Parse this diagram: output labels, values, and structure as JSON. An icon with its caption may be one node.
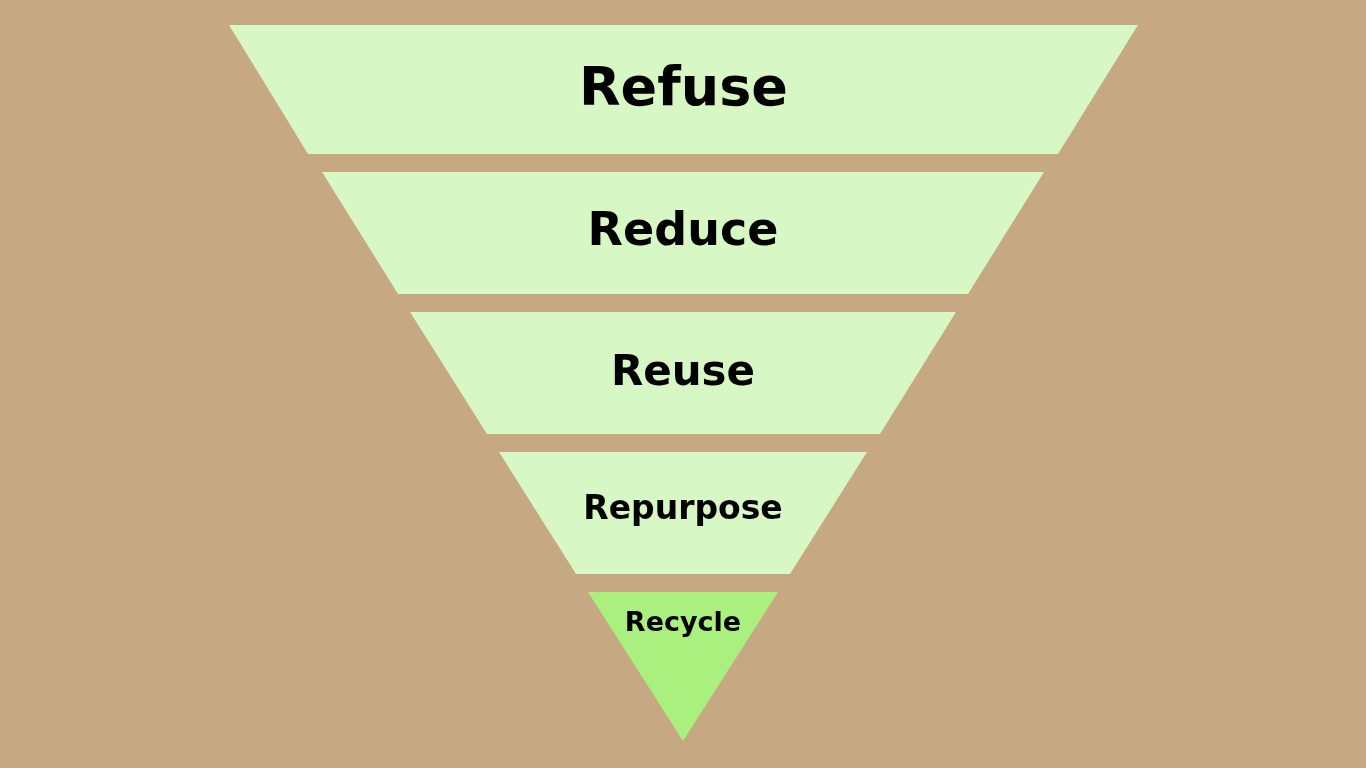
{
  "diagram": {
    "nodes": [
      {
        "text": [
          "Refuse"
        ]
      },
      {
        "text": [
          "Reduce"
        ]
      },
      {
        "text": [
          "Reuse"
        ]
      },
      {
        "text": [
          "Repurpose"
        ]
      },
      {
        "text": [
          "Recycle"
        ]
      }
    ]
  }
}
